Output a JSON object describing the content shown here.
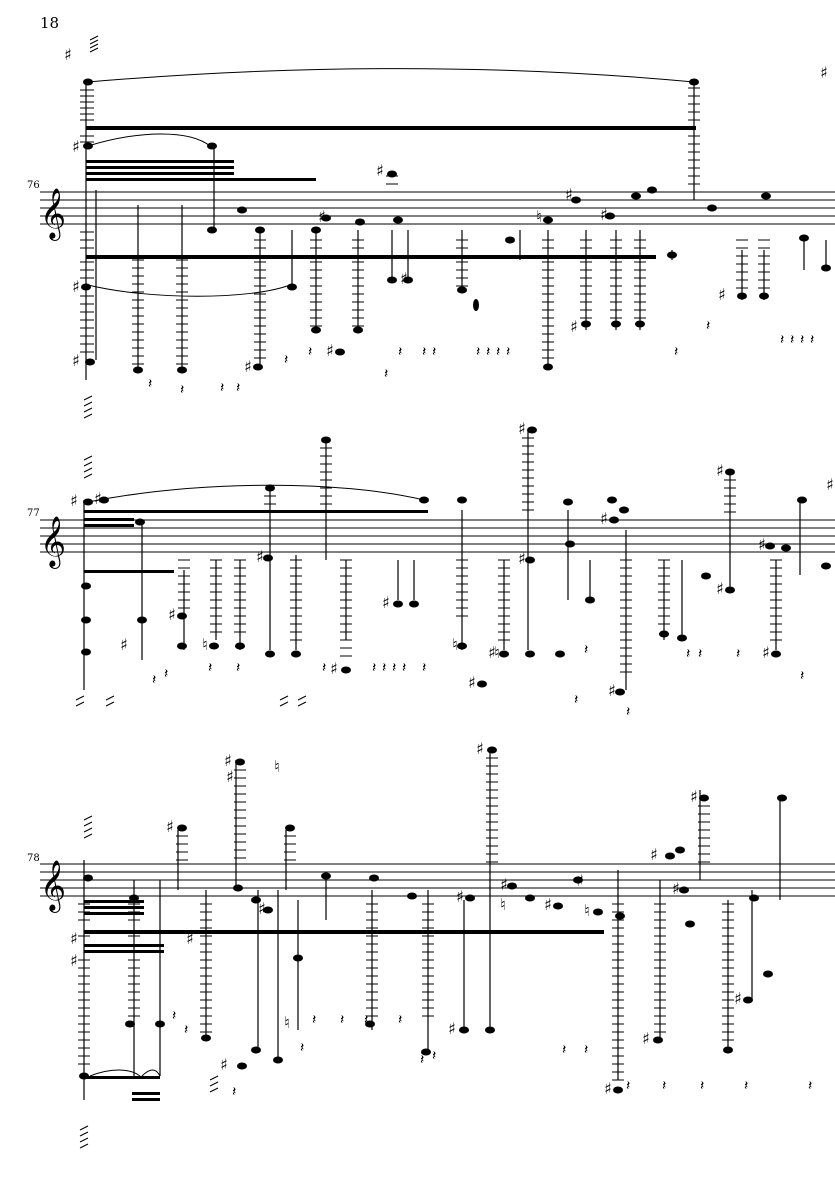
{
  "page": {
    "number": "18"
  },
  "systems": [
    {
      "measure_number": "76"
    },
    {
      "measure_number": "77"
    },
    {
      "measure_number": "78"
    }
  ],
  "glyphs": {
    "treble_clef": "𝄞",
    "sharp": "♯",
    "natural": "♮",
    "quarter_rest": "𝄽"
  }
}
